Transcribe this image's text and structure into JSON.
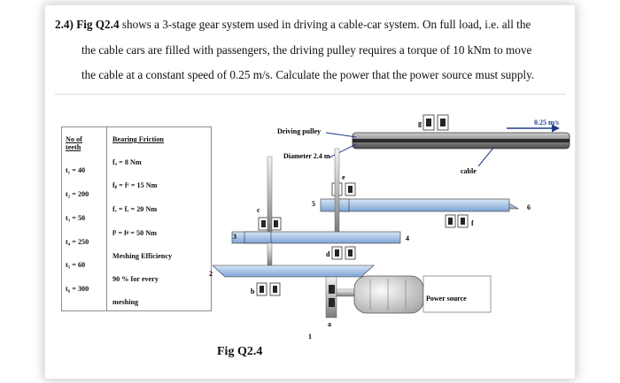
{
  "question": {
    "number": "2.4)",
    "fig_ref": "Fig Q2.4",
    "line1": "shows a 3-stage gear system used in driving a cable-car system. On full load, i.e. all the",
    "line2": "the cable cars are filled with passengers, the driving pulley requires a torque of  10 kNm  to move",
    "line3": "the cable at a constant speed of  0.25 m/s. Calculate the power that the power source must supply."
  },
  "given": {
    "teeth_header": [
      "No of",
      "teeth"
    ],
    "friction_header": "Bearing Friction",
    "teeth": [
      "t₁ = 40",
      "t₂ = 200",
      "t₃ = 50",
      "t₄ = 250",
      "t₅ = 60",
      "t₆ = 300"
    ],
    "friction": [
      "fₐ = 8 Nm",
      "fᵦ = fᶜ = 15 Nm",
      "fₑ = fₑ = 20 Nm",
      "fᶠ = fᵍ = 50 Nm"
    ],
    "efficiency_lines": [
      "Meshing Efficiency",
      "90 %  for every",
      "meshing"
    ]
  },
  "diagram": {
    "speed_label": "0.25 m/s",
    "pulley_label": "Driving pulley",
    "diameter_label": "Diameter 2.4 m",
    "cable_label": "cable",
    "power_source_label": "Power source",
    "gear_numbers": [
      "1",
      "2",
      "3",
      "4",
      "5",
      "6"
    ],
    "bearing_letters": [
      "a",
      "b",
      "c",
      "d",
      "e",
      "f",
      "g"
    ]
  },
  "figure_caption": "Fig Q2.4"
}
